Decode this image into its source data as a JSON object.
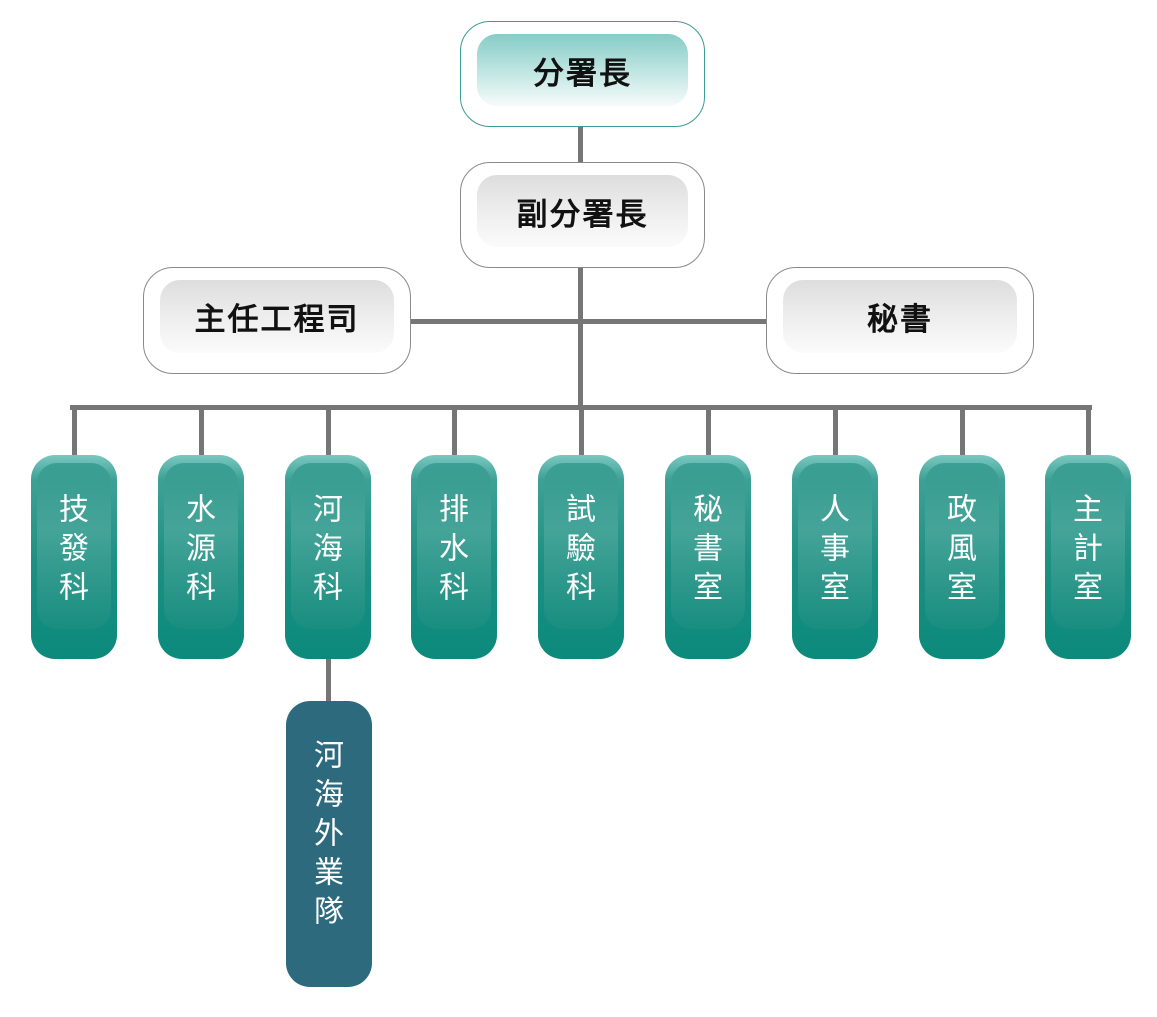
{
  "chart_title": "",
  "head": {
    "label": "分署長"
  },
  "deputy": {
    "label": "副分署長"
  },
  "staff_left": {
    "label": "主任工程司"
  },
  "staff_right": {
    "label": "秘書"
  },
  "departments": [
    {
      "label": "技發科"
    },
    {
      "label": "水源科"
    },
    {
      "label": "河海科"
    },
    {
      "label": "排水科"
    },
    {
      "label": "試驗科"
    },
    {
      "label": "秘書室"
    },
    {
      "label": "人事室"
    },
    {
      "label": "政風室"
    },
    {
      "label": "主計室"
    }
  ],
  "subunit": {
    "label": "河海外業隊",
    "parent": "河海科"
  },
  "colors": {
    "connector": "#767676",
    "department": "#0b8a7c",
    "subunit": "#2e6a7e",
    "head_accent": "#86ccc7"
  }
}
